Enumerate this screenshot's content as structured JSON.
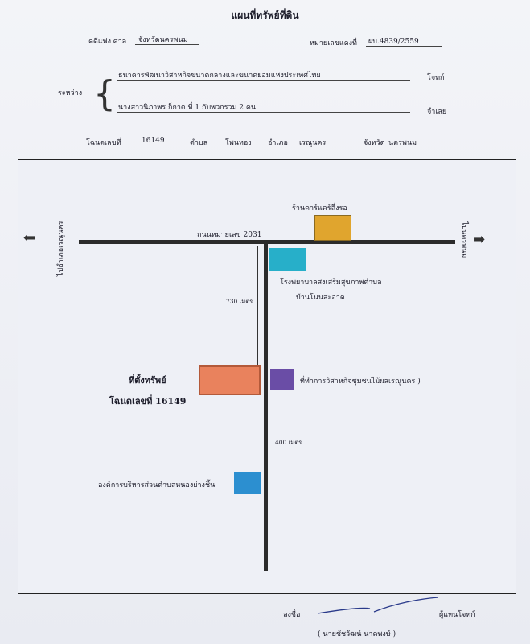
{
  "header": {
    "title": "แผนที่ทรัพย์ที่ดิน",
    "court_label": "คดีแพ่ง  ศาล",
    "court_value": "จังหวัดนครพนม",
    "case_label": "หมายเลขแดงที่",
    "case_value": "ผบ.4839/2559",
    "between_label": "ระหว่าง",
    "plaintiff": "ธนาคารพัฒนาวิสาหกิจขนาดกลางและขนาดย่อมแห่งประเทศไทย",
    "plaintiff_role": "โจทก์",
    "defendant": "นางสาวนิภาพร  ก็กาด ที่ 1 กับพวกรวม 2 คน",
    "defendant_role": "จำเลย",
    "deed_label": "โฉนดเลขที่",
    "deed_value": "16149",
    "subdistrict_label": "ตำบล",
    "subdistrict_value": "โพนทอง",
    "district_label": "อำเภอ",
    "district_value": "เรณูนคร",
    "province_label": "จังหวัด",
    "province_value": "นครพนม"
  },
  "map": {
    "road_label": "ถนนหมายเลข 2031",
    "left_direction": "ไปอำเภอเรณูนคร",
    "right_direction": "ไปนครพนม",
    "shop_label": "ร้านคาร์แคร์ลี่งรอ",
    "hospital_label_1": "โรงพยาบาลส่งเสริมสุขภาพตำบล",
    "hospital_label_2": "บ้านโนนสะอาด",
    "distance_1": "730 เมตร",
    "property_label_1": "ที่ตั้งทรัพย์",
    "property_label_2": "โฉนดเลขที่ 16149",
    "office_label": "ที่ทำการวิสาหกิจชุมชนไม้ผลเรณูนคร )",
    "distance_2": "400 เมตร",
    "sao_label": "องค์การบริหารส่วนตำบลหนองย่างชิ้น",
    "colors": {
      "shop": "#e0a52e",
      "hospital": "#27afc9",
      "property": "#e9825d",
      "office": "#6a4da6",
      "sao": "#2c8fd0"
    }
  },
  "footer": {
    "sign_label": "ลงชื่อ",
    "sign_role": "ผู้แทนโจทก์",
    "signer_name": "( นายชัชวัฒน์  นาคพงษ์ )"
  }
}
